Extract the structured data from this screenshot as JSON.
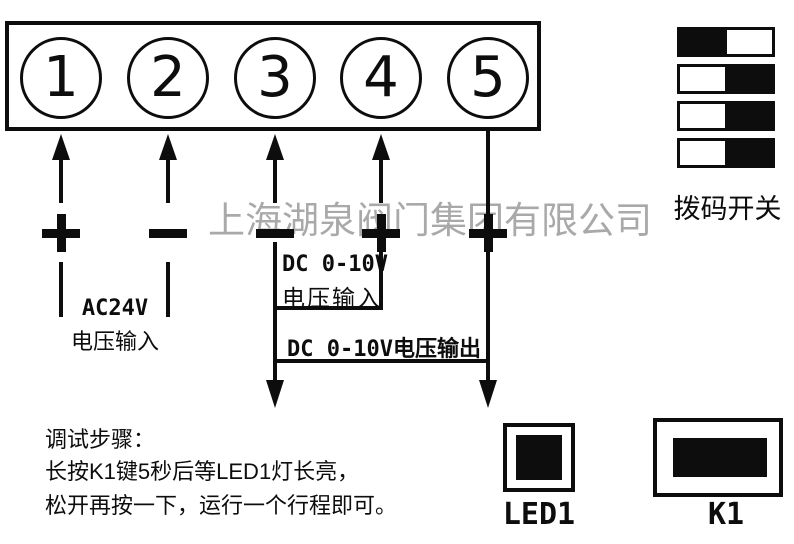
{
  "watermark": "上海湖泉阀门集团有限公司",
  "terminal_block": {
    "terminals": [
      {
        "number": "1",
        "polarity": "plus"
      },
      {
        "number": "2",
        "polarity": "minus"
      },
      {
        "number": "3",
        "polarity": "minus"
      },
      {
        "number": "4",
        "polarity": "plus"
      },
      {
        "number": "5",
        "polarity": "plus"
      }
    ]
  },
  "labels": {
    "ac_line1": "AC24V",
    "ac_line2": "电压输入",
    "dc_in_line1": "DC 0-10V",
    "dc_in_line2": "电压输入",
    "dc_out": "DC 0-10V电压输出"
  },
  "dip_switch": {
    "label": "拨码开关",
    "switches": [
      {
        "position": "right"
      },
      {
        "position": "left"
      },
      {
        "position": "left"
      },
      {
        "position": "left"
      }
    ]
  },
  "indicators": {
    "led_label": "LED1",
    "key_label": "K1"
  },
  "instructions": {
    "title": "调试步骤：",
    "line1": "长按K1键5秒后等LED1灯长亮，",
    "line2": "松开再按一下，运行一个行程即可。"
  },
  "colors": {
    "line": "#0d0d0d",
    "watermark": "#a9a9a9"
  }
}
